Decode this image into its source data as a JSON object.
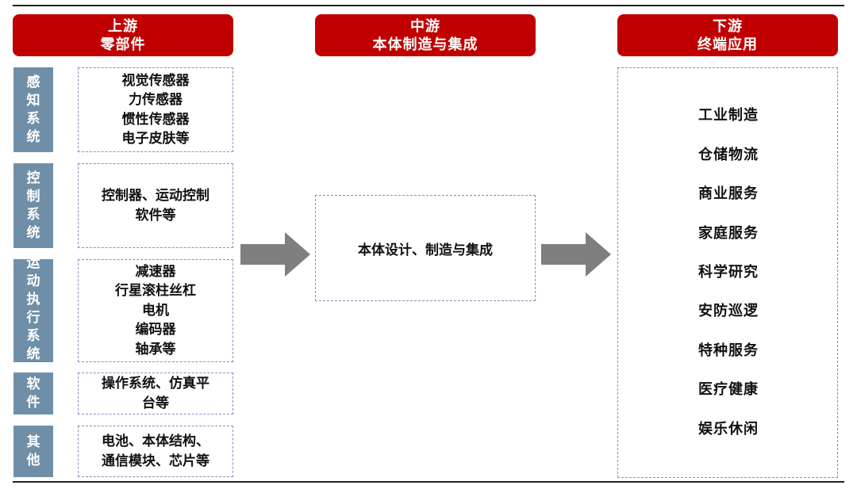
{
  "headers": {
    "upstream": {
      "line1": "上游",
      "line2": "零部件"
    },
    "midstream": {
      "line1": "中游",
      "line2": "本体制造与集成"
    },
    "downstream": {
      "line1": "下游",
      "line2": "终端应用"
    }
  },
  "upstream": {
    "categories": [
      {
        "label": "感知系统",
        "components": [
          "视觉传感器",
          "力传感器",
          "惯性传感器",
          "电子皮肤等"
        ]
      },
      {
        "label": "控制系统",
        "components": [
          "控制器、运动控制",
          "软件等"
        ]
      },
      {
        "label": "运动执行系统",
        "components": [
          "减速器",
          "行星滚柱丝杠",
          "电机",
          "编码器",
          "轴承等"
        ]
      },
      {
        "label": "软件",
        "components": [
          "操作系统、仿真平",
          "台等"
        ]
      },
      {
        "label": "其他",
        "components": [
          "电池、本体结构、",
          "通信模块、芯片等"
        ]
      }
    ]
  },
  "midstream": {
    "text": "本体设计、制造与集成"
  },
  "downstream": {
    "applications": [
      "工业制造",
      "仓储物流",
      "商业服务",
      "家庭服务",
      "科学研究",
      "安防巡逻",
      "特种服务",
      "医疗健康",
      "娱乐休闲"
    ]
  },
  "colors": {
    "header_bg": "#c00000",
    "category_bg": "#6f8fa8",
    "dashed_border": "#8e88c4",
    "arrow": "#7f7f7f"
  }
}
